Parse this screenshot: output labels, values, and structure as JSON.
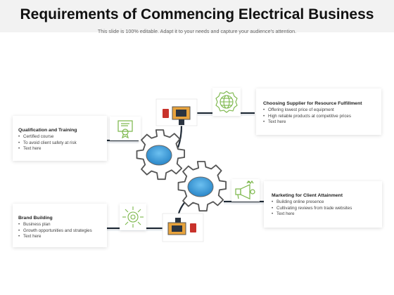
{
  "header": {
    "title": "Requirements of Commencing Electrical Business",
    "subtitle": "This slide is 100% editable. Adapt it to your needs and capture your audience's attention."
  },
  "items": [
    {
      "heading": "Qualification and Training",
      "bullets": [
        "Certified course",
        "To avoid client safety at risk",
        "Text here"
      ],
      "icon": "certificate-icon"
    },
    {
      "heading": "Choosing Supplier for Resource Fulfillment",
      "bullets": [
        "Offering lowest price of equipment",
        "High reliable products at competitive prices",
        "Text here"
      ],
      "icon": "globe-badge-icon"
    },
    {
      "heading": "Marketing for Client Attainment",
      "bullets": [
        "Building online presence",
        "Cultivating reviews from  trade websites",
        "Text here"
      ],
      "icon": "megaphone-icon"
    },
    {
      "heading": "Brand Building",
      "bullets": [
        "Business plan",
        "Growth opportunities and strategies",
        "Text here"
      ],
      "icon": "idea-gear-icon"
    }
  ],
  "colors": {
    "gear_fill": "#3a9bd8",
    "gear_outline": "#555555",
    "connector_line": "#1f2a36",
    "icon_green": "#7ab648",
    "plug_orange": "#e8a33c",
    "plug_red": "#c8322b"
  }
}
